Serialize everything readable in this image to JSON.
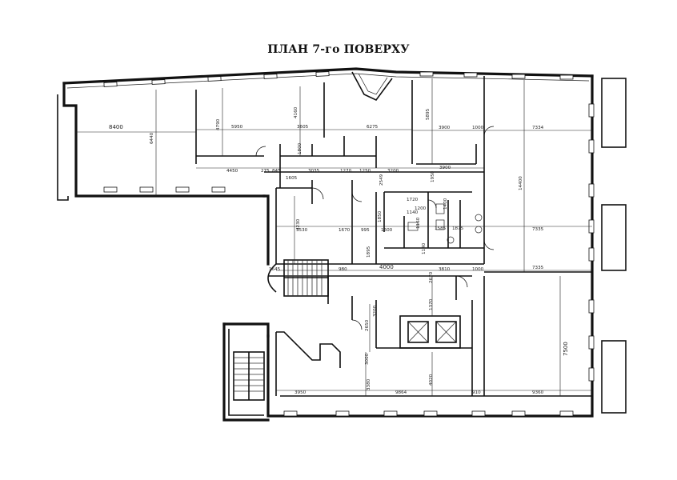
{
  "title": "ПЛАН 7-го ПОВЕРХУ",
  "dimensions": {
    "d8400": "8400",
    "d6440": "6440",
    "d4790": "4790",
    "d5950": "5950",
    "d4160": "4160",
    "d3605": "3605",
    "d6275": "6275",
    "d5895": "5895",
    "d3900a": "3900",
    "d1000a": "1000",
    "d7334": "7334",
    "d1800": "1800",
    "d4450": "4450",
    "d275": "275",
    "d845": "845",
    "d1605": "1605",
    "d3035": "3035",
    "d1270": "1270",
    "d1250": "1250",
    "d3200": "3200",
    "d2549": "2549",
    "d1950": "1950",
    "d3900b": "3900",
    "d14400": "14400",
    "d1720": "1720",
    "d1400": "1400",
    "d1850": "1850",
    "d1140": "1140",
    "d1200": "1200",
    "d4230": "4230",
    "d3530": "3530",
    "d1670": "1670",
    "d995": "995",
    "d1600": "1600",
    "d1585": "1585",
    "d1875": "1875",
    "d7335a": "7335",
    "d1160": "1160",
    "d1895": "1895",
    "d1140b": "1140",
    "d1645": "1645",
    "d980": "980",
    "d4000": "4000",
    "d3810": "3810",
    "d1000b": "1000",
    "d7335b": "7335",
    "d2670": "2670",
    "d1370": "1370",
    "d3200b": "3200",
    "d2650": "2650",
    "d7500": "7500",
    "d3000": "3000",
    "d4020": "4020",
    "d3950": "3950",
    "d3380": "3380",
    "d9864": "9864",
    "d910": "910",
    "d9360": "9360"
  }
}
